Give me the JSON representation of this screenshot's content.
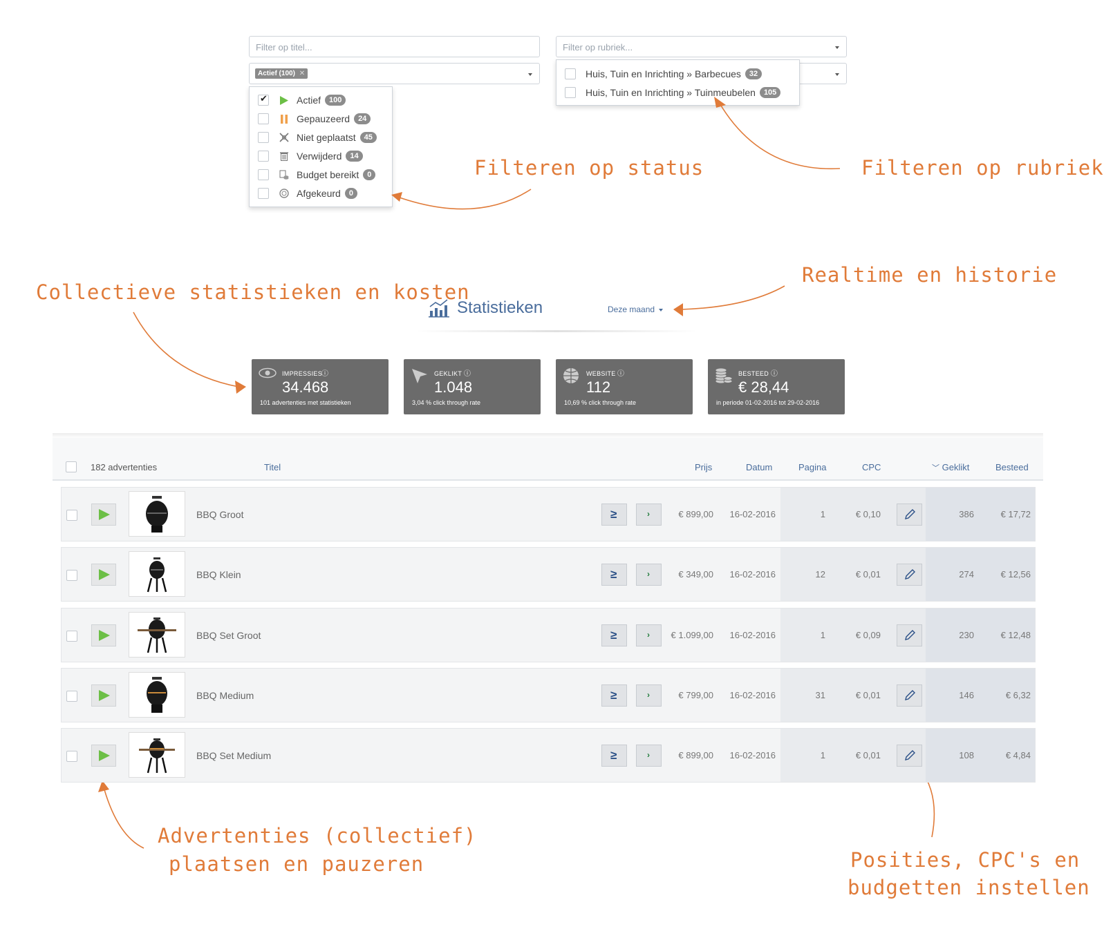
{
  "filters": {
    "title_placeholder": "Filter op titel...",
    "rubriek_placeholder": "Filter op rubriek...",
    "status_tag": "Actief (100)",
    "status_options": [
      {
        "label": "Actief",
        "count": "100",
        "checked": true,
        "icon": "play-icon"
      },
      {
        "label": "Gepauzeerd",
        "count": "24",
        "checked": false,
        "icon": "pause-icon"
      },
      {
        "label": "Niet geplaatst",
        "count": "45",
        "checked": false,
        "icon": "not-placed-icon"
      },
      {
        "label": "Verwijderd",
        "count": "14",
        "checked": false,
        "icon": "trash-icon"
      },
      {
        "label": "Budget bereikt",
        "count": "0",
        "checked": false,
        "icon": "budget-icon"
      },
      {
        "label": "Afgekeurd",
        "count": "0",
        "checked": false,
        "icon": "rejected-icon"
      }
    ],
    "rubriek_options": [
      {
        "label": "Huis, Tuin en Inrichting » Barbecues",
        "count": "32"
      },
      {
        "label": "Huis, Tuin en Inrichting » Tuinmeubelen",
        "count": "105"
      }
    ]
  },
  "annotations": {
    "status": "Filteren op status",
    "rubriek": "Filteren op rubriek",
    "collective": "Collectieve statistieken en kosten",
    "realtime": "Realtime en historie",
    "place_line1": "Advertenties (collectief)",
    "place_line2": "plaatsen en pauzeren",
    "positions_line1": "Posities, CPC's en",
    "positions_line2": "budgetten instellen"
  },
  "stats": {
    "title": "Statistieken",
    "period": "Deze maand",
    "cards": [
      {
        "name": "IMPRESSIES",
        "value": "34.468",
        "sub": "101 advertenties met statistieken",
        "icon": "eye-icon"
      },
      {
        "name": "GEKLIKT",
        "value": "1.048",
        "sub": "3,04 % click through rate",
        "icon": "cursor-icon"
      },
      {
        "name": "WEBSITE",
        "value": "112",
        "sub": "10,69 % click through rate",
        "icon": "globe-icon"
      },
      {
        "name": "BESTEED",
        "value": "€ 28,44",
        "sub": "in periode 01-02-2016 tot 29-02-2016",
        "icon": "coins-icon"
      }
    ]
  },
  "table": {
    "count": "182 advertenties",
    "headers": {
      "titel": "Titel",
      "prijs": "Prijs",
      "datum": "Datum",
      "pagina": "Pagina",
      "cpc": "CPC",
      "geklikt": "Geklikt",
      "besteed": "Besteed"
    },
    "rows": [
      {
        "title": "BBQ Groot",
        "prijs": "€ 899,00",
        "datum": "16-02-2016",
        "pagina": "1",
        "cpc": "€ 0,10",
        "geklikt": "386",
        "besteed": "€ 17,72"
      },
      {
        "title": "BBQ Klein",
        "prijs": "€ 349,00",
        "datum": "16-02-2016",
        "pagina": "12",
        "cpc": "€ 0,01",
        "geklikt": "274",
        "besteed": "€ 12,56"
      },
      {
        "title": "BBQ Set Groot",
        "prijs": "€ 1.099,00",
        "datum": "16-02-2016",
        "pagina": "1",
        "cpc": "€ 0,09",
        "geklikt": "230",
        "besteed": "€ 12,48"
      },
      {
        "title": "BBQ Medium",
        "prijs": "€ 799,00",
        "datum": "16-02-2016",
        "pagina": "31",
        "cpc": "€ 0,01",
        "geklikt": "146",
        "besteed": "€ 6,32"
      },
      {
        "title": "BBQ Set Medium",
        "prijs": "€ 899,00",
        "datum": "16-02-2016",
        "pagina": "1",
        "cpc": "€ 0,01",
        "geklikt": "108",
        "besteed": "€ 4,84"
      }
    ]
  }
}
